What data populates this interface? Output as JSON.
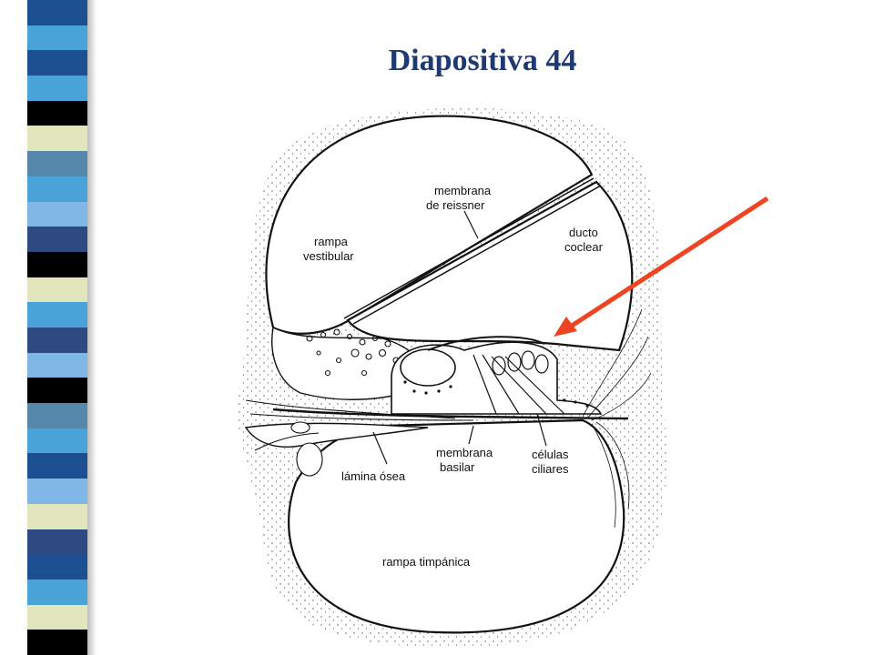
{
  "slide": {
    "title": "Diapositiva 44"
  },
  "theme": {
    "title_color": "#1f3a73",
    "arrow_color": "#ee4422",
    "stripe_colors": [
      "#1b4f8f",
      "#4aa3d8",
      "#000000",
      "#e2e6bd",
      "#2f4a82",
      "#7fb7e6",
      "#5588aa"
    ]
  },
  "diagram": {
    "labels": {
      "membrana_reissner_1": "membrana",
      "membrana_reissner_2": "de reissner",
      "rampa_vestibular_1": "rampa",
      "rampa_vestibular_2": "vestibular",
      "ducto_coclear_1": "ducto",
      "ducto_coclear_2": "coclear",
      "membrana_basilar_1": "membrana",
      "membrana_basilar_2": "basilar",
      "celulas_ciliares_1": "células",
      "celulas_ciliares_2": "ciliares",
      "lamina_osea": "lámina ósea",
      "rampa_timpanica": "rampa timpánica"
    },
    "arrow_icon": "arrow-pointer-icon"
  }
}
